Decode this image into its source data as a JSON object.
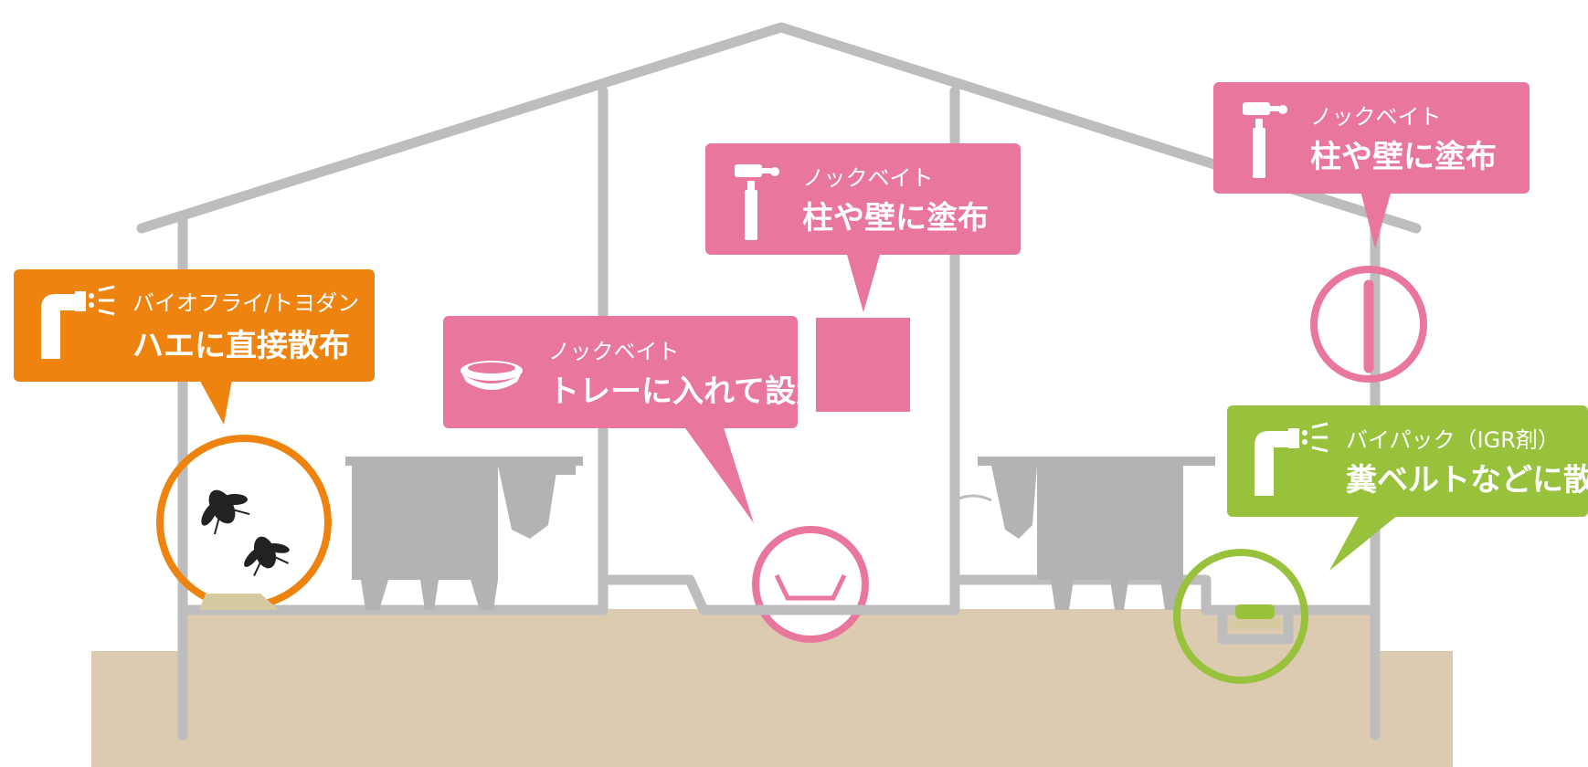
{
  "colors": {
    "orange": "#ee830f",
    "pink": "#e9779c",
    "green": "#99c23c",
    "ground": "#dccab1",
    "structure": "#bdbdbd",
    "cow": "#b3b3b3",
    "fly": "#222222",
    "bait_mat": "#d6caa0"
  },
  "callouts": {
    "orange": {
      "icon": "spray-nozzle-icon",
      "line1": "バイオフライ/トヨダン",
      "line2": "ハエに直接散布"
    },
    "tray": {
      "icon": "bait-tray-icon",
      "line1": "ノックベイト",
      "line2": "トレーに入れて設置"
    },
    "wall_center": {
      "icon": "paint-roller-icon",
      "line1": "ノックベイト",
      "line2": "柱や壁に塗布"
    },
    "wall_right": {
      "icon": "paint-roller-icon",
      "line1": "ノックベイト",
      "line2": "柱や壁に塗布"
    },
    "green": {
      "icon": "spray-nozzle-icon",
      "line1": "バイパック（IGR剤）",
      "line2": "糞ベルトなどに散布"
    }
  }
}
